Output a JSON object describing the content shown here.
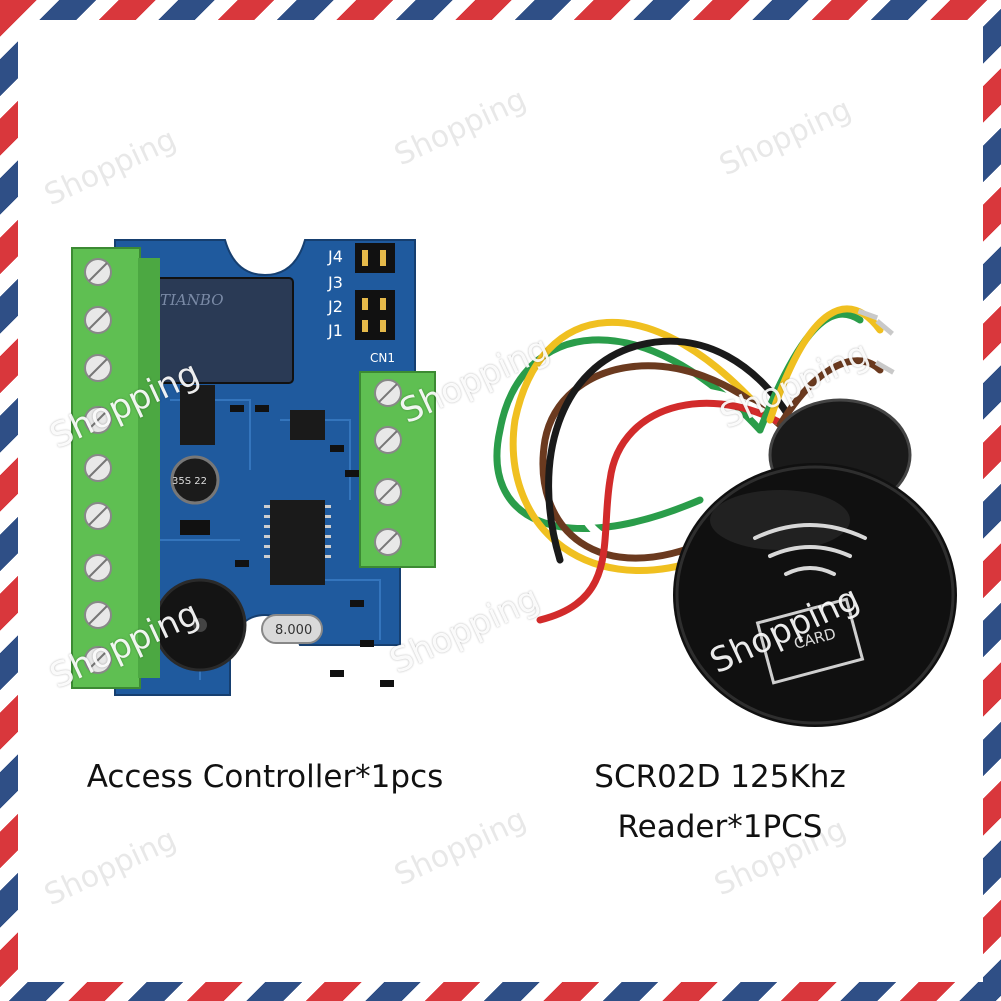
{
  "watermark_text": "Shopping",
  "products": {
    "controller_caption": "Access Controller*1pcs",
    "reader_caption_line1": "SCR02D 125Khz",
    "reader_caption_line2": "Reader*1PCS"
  },
  "board": {
    "relay_brand": "TIANBO",
    "crystal_label": "8.000",
    "capacitor_label": "35S 22",
    "connector_label": "CN1",
    "jumper_labels": [
      "J4",
      "J3",
      "J2",
      "J1"
    ]
  },
  "reader": {
    "card_label": "CARD"
  },
  "colors": {
    "border_red": "#d9373c",
    "border_blue": "#2f4f86",
    "pcb_blue": "#1f5a9e",
    "terminal_green": "#5fbf52",
    "reader_black": "#101010"
  }
}
